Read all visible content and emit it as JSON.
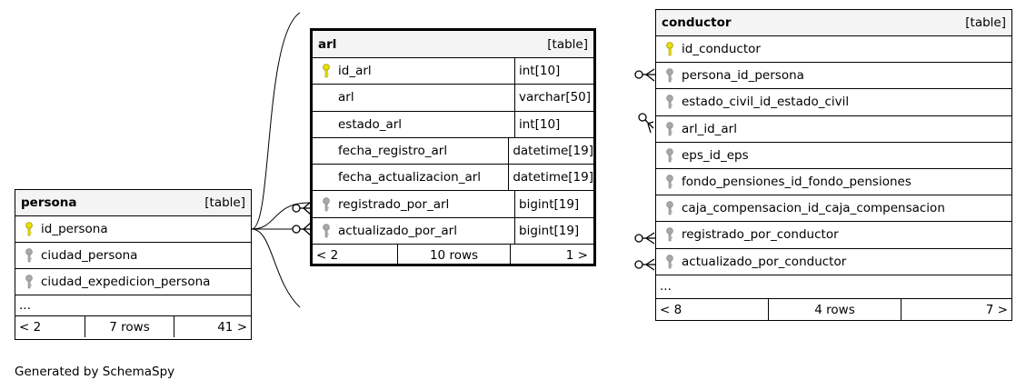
{
  "tables": {
    "arl": {
      "name": "arl",
      "kind": "[table]",
      "columns": [
        {
          "name": "id_arl",
          "type": "int[10]",
          "key": "pk"
        },
        {
          "name": "arl",
          "type": "varchar[50]",
          "key": "none"
        },
        {
          "name": "estado_arl",
          "type": "int[10]",
          "key": "none"
        },
        {
          "name": "fecha_registro_arl",
          "type": "datetime[19]",
          "key": "none"
        },
        {
          "name": "fecha_actualizacion_arl",
          "type": "datetime[19]",
          "key": "none"
        },
        {
          "name": "registrado_por_arl",
          "type": "bigint[19]",
          "key": "fk"
        },
        {
          "name": "actualizado_por_arl",
          "type": "bigint[19]",
          "key": "fk"
        }
      ],
      "footer": {
        "parents": "< 2",
        "rows": "10 rows",
        "children": "1 >"
      }
    },
    "persona": {
      "name": "persona",
      "kind": "[table]",
      "columns": [
        {
          "name": "id_persona",
          "key": "pk"
        },
        {
          "name": "ciudad_persona",
          "key": "fk"
        },
        {
          "name": "ciudad_expedicion_persona",
          "key": "fk"
        }
      ],
      "more": "...",
      "footer": {
        "parents": "< 2",
        "rows": "7 rows",
        "children": "41 >"
      }
    },
    "conductor": {
      "name": "conductor",
      "kind": "[table]",
      "columns": [
        {
          "name": "id_conductor",
          "key": "pk"
        },
        {
          "name": "persona_id_persona",
          "key": "fk"
        },
        {
          "name": "estado_civil_id_estado_civil",
          "key": "fk"
        },
        {
          "name": "arl_id_arl",
          "key": "fk"
        },
        {
          "name": "eps_id_eps",
          "key": "fk"
        },
        {
          "name": "fondo_pensiones_id_fondo_pensiones",
          "key": "fk"
        },
        {
          "name": "caja_compensacion_id_caja_compensacion",
          "key": "fk"
        },
        {
          "name": "registrado_por_conductor",
          "key": "fk"
        },
        {
          "name": "actualizado_por_conductor",
          "key": "fk"
        }
      ],
      "more": "...",
      "footer": {
        "parents": "< 8",
        "rows": "4 rows",
        "children": "7 >"
      }
    }
  },
  "footer_text": "Generated by SchemaSpy",
  "colors": {
    "pk_key": "#e8e000",
    "fk_key": "#a8a8a8",
    "header_bg": "#f4f4f4"
  }
}
